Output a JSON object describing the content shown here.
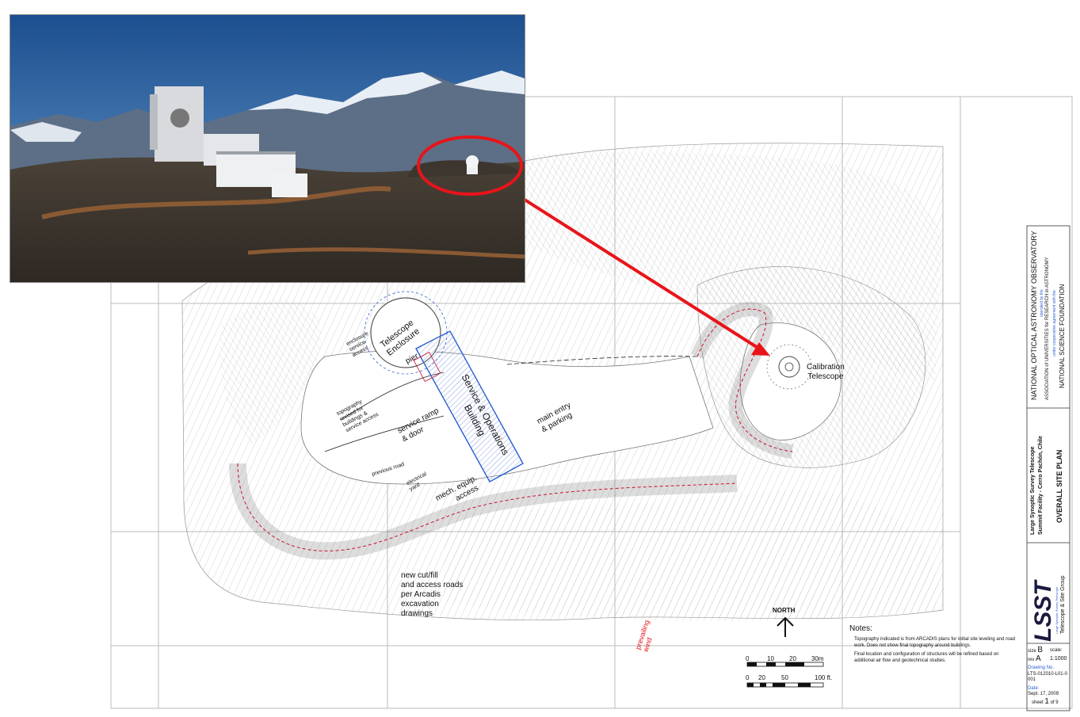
{
  "labels": {
    "telescope_enclosure": [
      "Telescope",
      "Enclosure"
    ],
    "pier": "pier",
    "service_building": [
      "Service & Operations",
      "Building"
    ],
    "enclosure_access": [
      "enclosure",
      "service",
      "access"
    ],
    "topography": [
      "topography",
      "revised for",
      "buildings &",
      "service access"
    ],
    "service_ramp": [
      "service ramp",
      "& door"
    ],
    "previous_road": "previous road",
    "electrical_yard": [
      "electrical",
      "yard"
    ],
    "mech_access": [
      "mech. equip.",
      "access"
    ],
    "main_entry": [
      "main entry",
      "& parking"
    ],
    "calibration": [
      "Calibration",
      "Telescope"
    ],
    "cut_fill": [
      "new cut/fill",
      "and access roads",
      "per Arcadis",
      "excavation",
      "drawings"
    ],
    "prevailing_wind": [
      "prevailing",
      "wind"
    ],
    "north": "NORTH"
  },
  "scale_bars": {
    "meters": [
      "0",
      "10",
      "20",
      "30m"
    ],
    "feet": [
      "0",
      "20",
      "50",
      "100 ft."
    ]
  },
  "notes": {
    "heading": "Notes:",
    "items": [
      "Topography indicated is from ARCADIS plans for initial site leveling and road work. Does not show final topography around buildings.",
      "Final location and configuration of structures will be refined based on additional air flow and geotechnical studies."
    ]
  },
  "title_block": {
    "org_line1": "NATIONAL OPTICAL ASTRONOMY OBSERVATORY",
    "org_line2": "operated by the",
    "org_line3": "ASSOCIATION of UNIVERSITIES for RESEARCH in ASTRONOMY",
    "org_line4": "under cooperative agreement with the",
    "org_line5": "NATIONAL SCIENCE FOUNDATION",
    "project_line1": "Large Synoptic Survey Telescope",
    "project_line2": "Summit Facility - Cerro Pachón, Chile",
    "drawing_title": "OVERALL SITE PLAN",
    "logo_text": "LSST",
    "logo_caption": "Large Synoptic Survey Telescope",
    "group": "Telescope & Site Group",
    "size_label": "size",
    "size_value": "B",
    "scale_label": "scale:",
    "scale_value": "1:1000",
    "rev_label": "rev",
    "rev_value": "A",
    "drawing_no_label": "Drawing No.",
    "drawing_no": "LTS-012010-L01-0001",
    "date_label": "Date:",
    "date": "Sept. 17, 2009",
    "sheet_label": "sheet",
    "sheet_value": "1",
    "sheet_of": "of 9"
  },
  "colors": {
    "highlight_red": "#e8141a",
    "building_blue": "#2c5fd1",
    "road_red": "#c8102e",
    "contour_gray": "#9a9a9a",
    "sky_top": "#1c4f8f",
    "sky_bottom": "#6f9fd0"
  }
}
